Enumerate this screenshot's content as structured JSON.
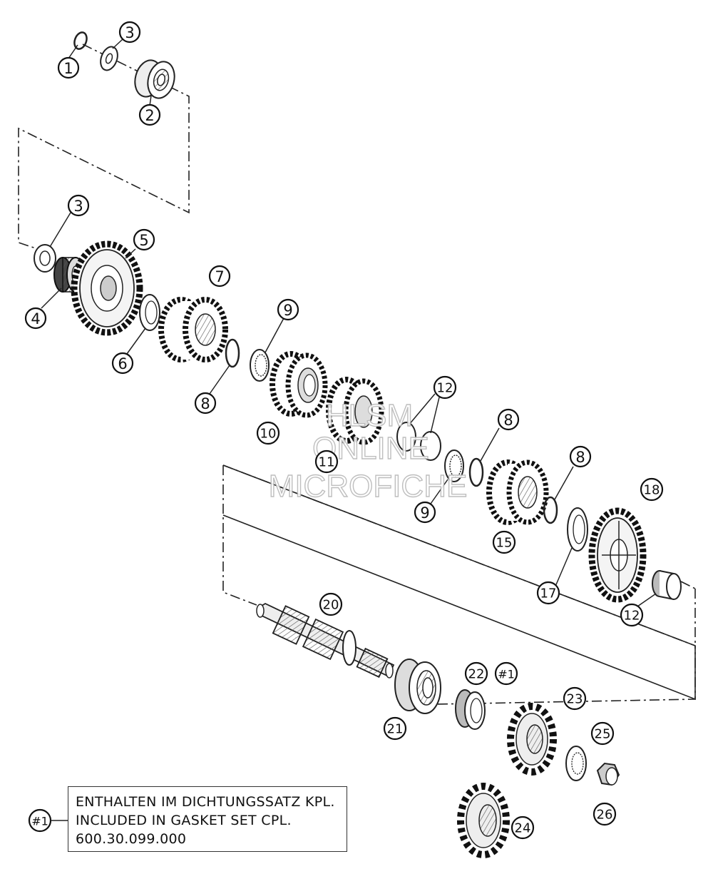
{
  "callouts": [
    {
      "id": "c1",
      "label": "1"
    },
    {
      "id": "c2",
      "label": "2"
    },
    {
      "id": "c3a",
      "label": "3"
    },
    {
      "id": "c3b",
      "label": "3"
    },
    {
      "id": "c4",
      "label": "4"
    },
    {
      "id": "c5",
      "label": "5"
    },
    {
      "id": "c6",
      "label": "6"
    },
    {
      "id": "c7",
      "label": "7"
    },
    {
      "id": "c8a",
      "label": "8"
    },
    {
      "id": "c8b",
      "label": "8"
    },
    {
      "id": "c8c",
      "label": "8"
    },
    {
      "id": "c9a",
      "label": "9"
    },
    {
      "id": "c9b",
      "label": "9"
    },
    {
      "id": "c10",
      "label": "10"
    },
    {
      "id": "c11",
      "label": "11"
    },
    {
      "id": "c12a",
      "label": "12"
    },
    {
      "id": "c12b",
      "label": "12"
    },
    {
      "id": "c15",
      "label": "15"
    },
    {
      "id": "c17",
      "label": "17"
    },
    {
      "id": "c18",
      "label": "18"
    },
    {
      "id": "c20",
      "label": "20"
    },
    {
      "id": "c21",
      "label": "21"
    },
    {
      "id": "c22",
      "label": "22"
    },
    {
      "id": "cn1a",
      "label": "#1"
    },
    {
      "id": "c23",
      "label": "23"
    },
    {
      "id": "c24",
      "label": "24"
    },
    {
      "id": "c25",
      "label": "25"
    },
    {
      "id": "c26",
      "label": "26"
    },
    {
      "id": "cn1b",
      "label": "#1"
    }
  ],
  "note": {
    "line1": "ENTHALTEN IM DICHTUNGSSATZ KPL.",
    "line2": "INCLUDED IN GASKET SET CPL.",
    "line3": "600.30.099.000"
  },
  "watermark": {
    "line1": "HLSM",
    "line2": "ONLINE",
    "line3": "MICROFICHE"
  }
}
